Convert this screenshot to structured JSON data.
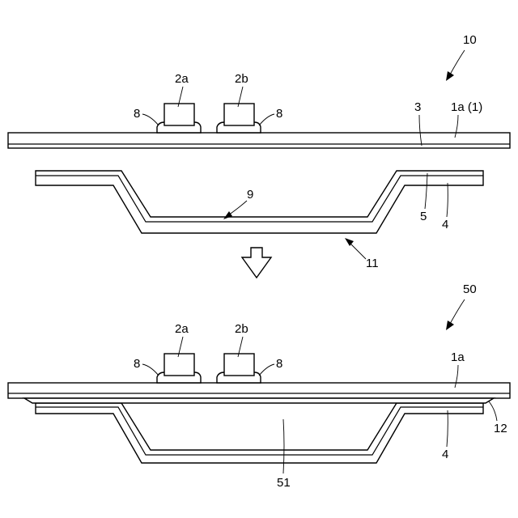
{
  "labels": {
    "fig_top": "10",
    "fig_bottom": "50",
    "top": {
      "chip_a": "2a",
      "chip_b": "2b",
      "bump_left": "8",
      "bump_right": "8",
      "layer": "3",
      "substrate": "1a (1)",
      "inner_film": "9",
      "adhesive": "5",
      "cover": "4",
      "assembly": "11"
    },
    "bottom": {
      "chip_a": "2a",
      "chip_b": "2b",
      "bump_left": "8",
      "bump_right": "8",
      "substrate": "1a",
      "seal": "12",
      "cover": "4",
      "cavity": "51"
    }
  }
}
